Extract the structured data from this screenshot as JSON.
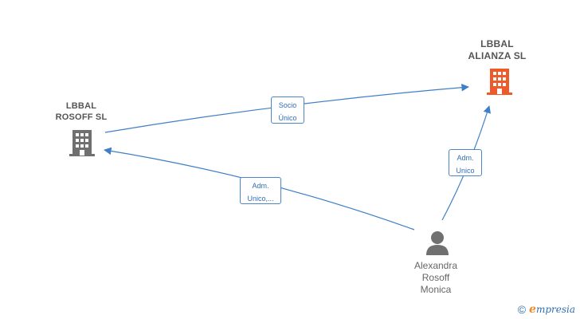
{
  "nodes": {
    "lbbal_alianza": {
      "name_line1": "LBBAL",
      "name_line2": "ALIANZA  SL",
      "color": "#ef5a2a"
    },
    "lbbal_rosoff": {
      "name_line1": "LBBAL",
      "name_line2": "ROSOFF  SL",
      "color": "#707070"
    },
    "person": {
      "line1": "Alexandra",
      "line2": "Rosoff",
      "line3": "Monica",
      "color": "#707070"
    }
  },
  "edges": {
    "rosoff_to_alianza": {
      "line1": "Socio",
      "line2": "Único"
    },
    "person_to_rosoff": {
      "line1": "Adm.",
      "line2": "Unico,..."
    },
    "person_to_alianza": {
      "line1": "Adm.",
      "line2": "Unico"
    }
  },
  "colors": {
    "edge": "#3f7fc7"
  },
  "brand": {
    "copyright": "©",
    "e": "e",
    "rest": "mpresia"
  }
}
